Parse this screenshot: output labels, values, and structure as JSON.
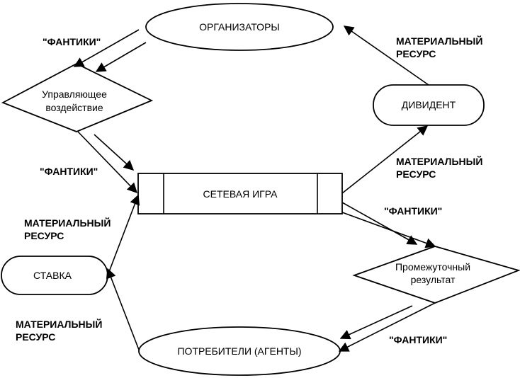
{
  "nodes": {
    "organizers": "ОРГАНИЗАТОРЫ",
    "control": [
      "Управляющее",
      "воздействие"
    ],
    "network_game": "СЕТЕВАЯ ИГРА",
    "dividend": "ДИВИДЕНТ",
    "stake": "СТАВКА",
    "intermediate": [
      "Промежуточный",
      "результат"
    ],
    "consumers": "ПОТРЕБИТЕЛИ (АГЕНТЫ)"
  },
  "labels": {
    "fantiki": "\"ФАНТИКИ\"",
    "material_resource": [
      "МАТЕРИАЛЬНЫЙ",
      "РЕСУРС"
    ]
  }
}
